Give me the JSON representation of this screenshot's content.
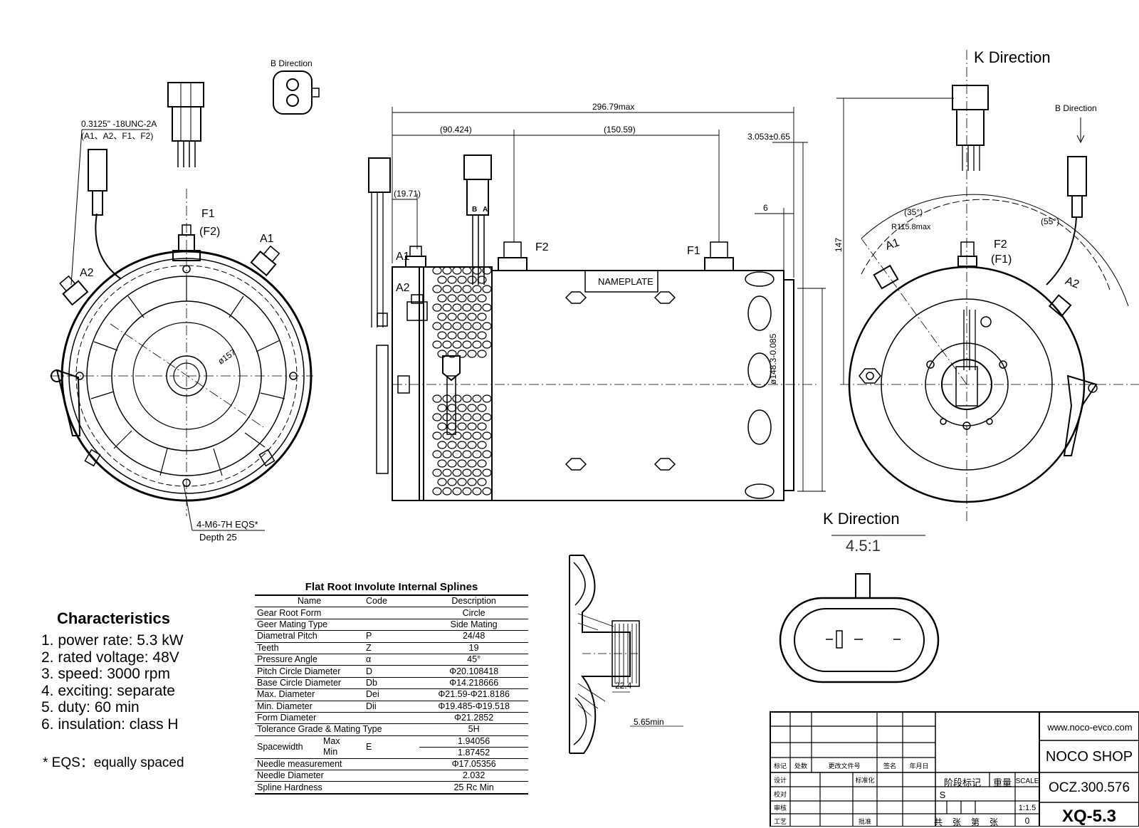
{
  "views": {
    "left_labels": {
      "thread": "0.3125\" -18UNC-2A",
      "thread_terminals": "(A1、A2、F1、F2)",
      "b_direction": "B Direction",
      "f1": "F1",
      "f2_paren": "(F2)",
      "a1": "A1",
      "a2": "A2",
      "dia": "ø157",
      "holes": "4-M6-7H EQS*",
      "depth": "Depth 25"
    },
    "side_labels": {
      "overall": "296.79max",
      "dim_a": "(90.424)",
      "dim_b": "(150.59)",
      "dim_c": "3.053±0.65",
      "dim_d": "(19.71)",
      "dim_e": "6",
      "dia_body": "ø148.3-0.085",
      "a1": "A1",
      "a2": "A2",
      "f1": "F1",
      "f2": "F2",
      "b": "B",
      "a": "A",
      "nameplate": "NAMEPLATE"
    },
    "right_labels": {
      "k_direction": "K Direction",
      "b_direction": "B Direction",
      "height": "147",
      "radius": "R115.8max",
      "angle_35": "(35°)",
      "angle_55": "(55°)",
      "a1": "A1",
      "a2": "A2",
      "f2": "F2",
      "f1_paren": "(F1)"
    },
    "k_detail": {
      "title": "K Direction",
      "scale": "4.5:1"
    },
    "section_labels": {
      "dim_22": "22.4",
      "dim_565": "5.65min"
    }
  },
  "characteristics": {
    "title": "Characteristics",
    "items": [
      "1. power rate: 5.3 kW",
      "2. rated voltage: 48V",
      "3. speed: 3000 rpm",
      "4. exciting: separate",
      "5. duty: 60 min",
      "6. insulation: class H"
    ],
    "footnote": "* EQS：equally spaced"
  },
  "spline_table": {
    "title": "Flat Root Involute Internal Splines",
    "headers": [
      "Name",
      "Code",
      "Description"
    ],
    "rows": [
      [
        "Gear Root Form",
        "",
        "Circle"
      ],
      [
        "Geer Mating Type",
        "",
        "Side Mating"
      ],
      [
        "Diametral Pitch",
        "P",
        "24/48"
      ],
      [
        "Teeth",
        "Z",
        "19"
      ],
      [
        "Pressure Angle",
        "α",
        "45°"
      ],
      [
        "Pitch Circle Diameter",
        "D",
        "Φ20.108418"
      ],
      [
        "Base Circle Diameter",
        "Db",
        "Φ14.218666"
      ],
      [
        "Max. Diameter",
        "Dei",
        "Φ21.59-Φ21.8186"
      ],
      [
        "Min. Diameter",
        "Dii",
        "Φ19.485-Φ19.518"
      ],
      [
        "Form Diameter",
        "",
        "Φ21.2852"
      ],
      [
        "Tolerance Grade & Mating Type",
        "",
        "5H"
      ]
    ],
    "spacewidth": {
      "name": "Spacewidth",
      "max_label": "Max",
      "min_label": "Min",
      "code": "E",
      "max_value": "1.94056",
      "min_value": "1.87452"
    },
    "rows_after": [
      [
        "Needle measurement",
        "",
        "Φ17.05356"
      ],
      [
        "Needle Diameter",
        "",
        "2.032"
      ],
      [
        "Spline Hardness",
        "",
        "25 Rc Min"
      ]
    ]
  },
  "title_block": {
    "website": "www.noco-evco.com",
    "shop": "NOCO SHOP",
    "part_no": "OCZ.300.576",
    "model": "XQ-5.3",
    "scale_label": "SCALE",
    "scale_value": "1:1.5",
    "stage_mark": "阶段标记",
    "weight": "重量",
    "s_mark": "S",
    "total": "共",
    "sheet": "张",
    "no": "第",
    "sheet2": "张",
    "zero": "0",
    "rev_cols": [
      "标记",
      "处数",
      "更改文件号",
      "签名",
      "年月日"
    ],
    "roles": [
      "设计",
      "校对",
      "审核",
      "工艺"
    ],
    "std": "标准化",
    "approve": "批准"
  }
}
